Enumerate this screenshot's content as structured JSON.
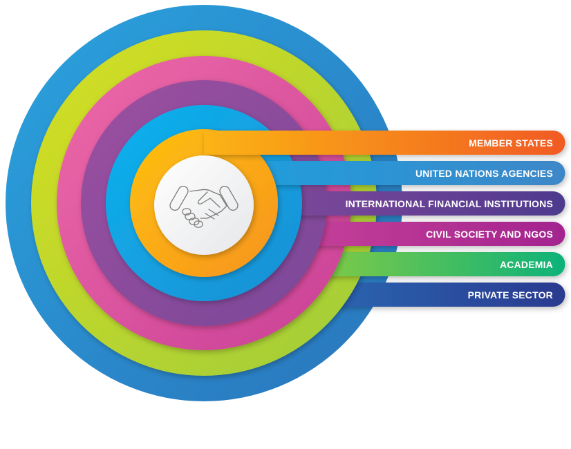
{
  "center_icon": "handshake-icon",
  "stakeholders": [
    {
      "label": "MEMBER STATES",
      "color_start": "#f9a21b",
      "color_end": "#f15a24"
    },
    {
      "label": "UNITED NATIONS AGENCIES",
      "color_start": "#1da1de",
      "color_end": "#3d87c8"
    },
    {
      "label": "INTERNATIONAL FINANCIAL INSTITUTIONS",
      "color_start": "#8b4b9e",
      "color_end": "#4e3a8e"
    },
    {
      "label": "CIVIL SOCIETY AND NGOS",
      "color_start": "#d14a9c",
      "color_end": "#a3248f"
    },
    {
      "label": "ACADEMIA",
      "color_start": "#a6d132",
      "color_end": "#0db27a"
    },
    {
      "label": "PRIVATE SECTOR",
      "color_start": "#2a6fba",
      "color_end": "#2a3a8f"
    }
  ],
  "rings": {
    "outer": "#2a9ad8",
    "lime": "#c3d82a",
    "pink": "#e3589f",
    "purple": "#8e4d9f",
    "cyan": "#13a6e2",
    "orange": "#fbb414"
  }
}
